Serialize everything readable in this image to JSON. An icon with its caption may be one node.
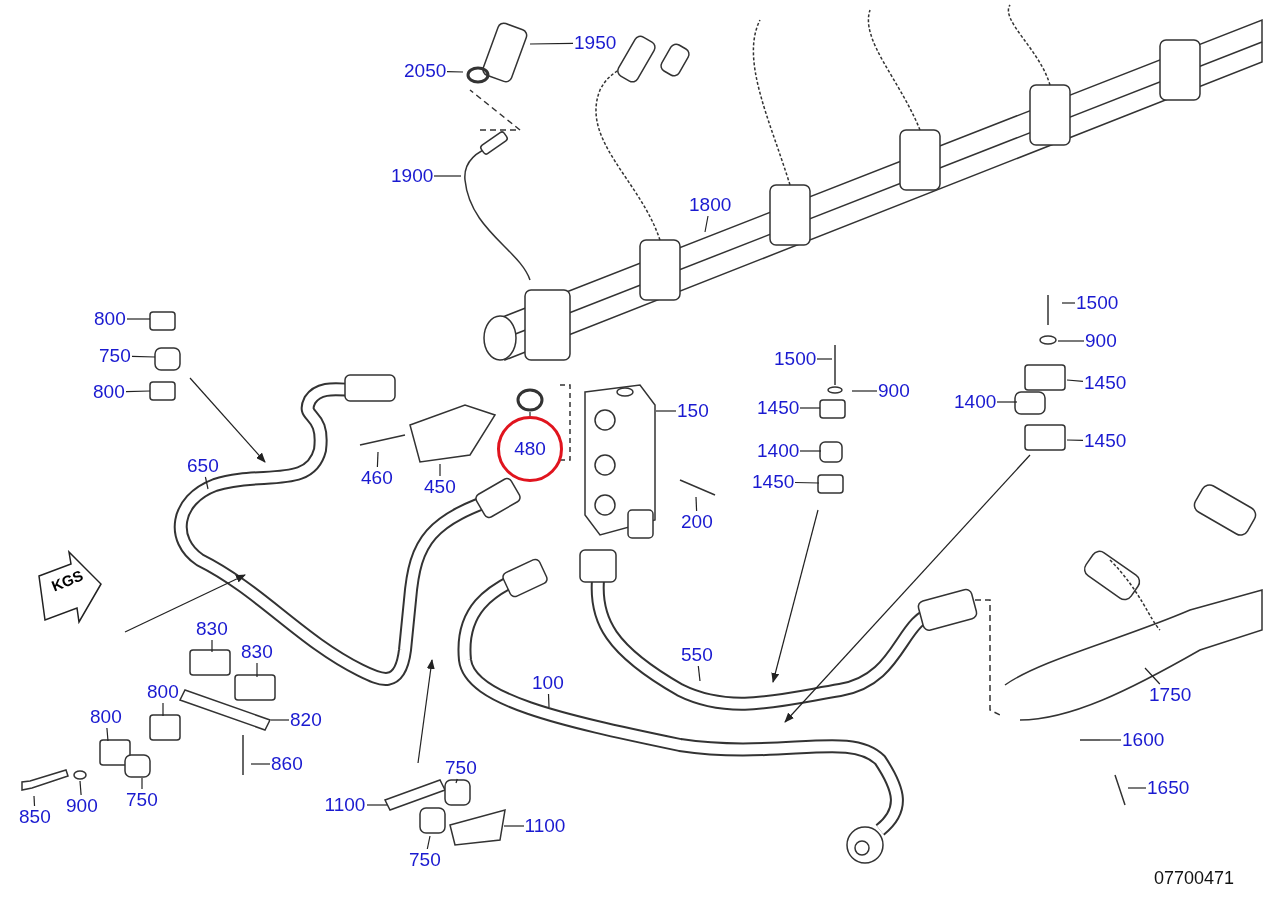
{
  "diagram": {
    "nodes": [
      {
        "text": [
          "1950"
        ]
      },
      {
        "text": [
          "2050"
        ]
      },
      {
        "text": [
          "1900"
        ]
      },
      {
        "text": [
          "1800"
        ]
      },
      {
        "text": [
          "800"
        ]
      },
      {
        "text": [
          "750"
        ]
      },
      {
        "text": [
          "800"
        ]
      },
      {
        "text": [
          "1500"
        ]
      },
      {
        "text": [
          "900"
        ]
      },
      {
        "text": [
          "1500"
        ]
      },
      {
        "text": [
          "1450"
        ]
      },
      {
        "text": [
          "900"
        ]
      },
      {
        "text": [
          "1400"
        ]
      },
      {
        "text": [
          "1450"
        ]
      },
      {
        "text": [
          "150"
        ]
      },
      {
        "text": [
          "1450"
        ]
      },
      {
        "text": [
          "480"
        ]
      },
      {
        "text": [
          "1400"
        ]
      },
      {
        "text": [
          "650"
        ]
      },
      {
        "text": [
          "460"
        ]
      },
      {
        "text": [
          "1450"
        ]
      },
      {
        "text": [
          "450"
        ]
      },
      {
        "text": [
          "200"
        ]
      },
      {
        "text": [
          "KGS"
        ]
      },
      {
        "text": [
          "830"
        ]
      },
      {
        "text": [
          "830"
        ]
      },
      {
        "text": [
          "550"
        ]
      },
      {
        "text": [
          "100"
        ]
      },
      {
        "text": [
          "800"
        ]
      },
      {
        "text": [
          "1750"
        ]
      },
      {
        "text": [
          "800"
        ]
      },
      {
        "text": [
          "820"
        ]
      },
      {
        "text": [
          "1600"
        ]
      },
      {
        "text": [
          "860"
        ]
      },
      {
        "text": [
          "750"
        ]
      },
      {
        "text": [
          "1650"
        ]
      },
      {
        "text": [
          "1100"
        ]
      },
      {
        "text": [
          "750"
        ]
      },
      {
        "text": [
          "900"
        ]
      },
      {
        "text": [
          "850"
        ]
      },
      {
        "text": [
          "1100"
        ]
      },
      {
        "text": [
          "750"
        ]
      }
    ],
    "edges": [
      {
        "from": 0,
        "to": null,
        "arrow": "none"
      },
      {
        "from": 1,
        "to": null,
        "arrow": "none"
      },
      {
        "from": 2,
        "to": null,
        "arrow": "none"
      },
      {
        "from": 3,
        "to": null,
        "arrow": "none"
      },
      {
        "from": 4,
        "to": null,
        "arrow": "none"
      },
      {
        "from": 5,
        "to": null,
        "arrow": "none"
      },
      {
        "from": 6,
        "to": null,
        "arrow": "none"
      },
      {
        "from": 7,
        "to": null,
        "arrow": "none"
      },
      {
        "from": 8,
        "to": null,
        "arrow": "none"
      },
      {
        "from": 9,
        "to": null,
        "arrow": "none"
      },
      {
        "from": 10,
        "to": null,
        "arrow": "none"
      },
      {
        "from": 11,
        "to": null,
        "arrow": "none"
      },
      {
        "from": 12,
        "to": null,
        "arrow": "none"
      },
      {
        "from": 13,
        "to": null,
        "arrow": "none"
      },
      {
        "from": 14,
        "to": null,
        "arrow": "none"
      },
      {
        "from": 15,
        "to": null,
        "arrow": "none"
      },
      {
        "from": 16,
        "to": null,
        "arrow": "none"
      },
      {
        "from": 17,
        "to": null,
        "arrow": "none"
      },
      {
        "from": 18,
        "to": null,
        "arrow": "none"
      },
      {
        "from": 19,
        "to": null,
        "arrow": "none"
      },
      {
        "from": 20,
        "to": null,
        "arrow": "none"
      },
      {
        "from": 21,
        "to": null,
        "arrow": "none"
      },
      {
        "from": 22,
        "to": null,
        "arrow": "none"
      },
      {
        "from": 24,
        "to": null,
        "arrow": "none"
      },
      {
        "from": 25,
        "to": null,
        "arrow": "none"
      },
      {
        "from": 26,
        "to": null,
        "arrow": "none"
      },
      {
        "from": 27,
        "to": null,
        "arrow": "none"
      },
      {
        "from": 28,
        "to": null,
        "arrow": "none"
      },
      {
        "from": 29,
        "to": null,
        "arrow": "none"
      },
      {
        "from": 30,
        "to": null,
        "arrow": "none"
      },
      {
        "from": 31,
        "to": null,
        "arrow": "none"
      },
      {
        "from": 32,
        "to": null,
        "arrow": "none"
      },
      {
        "from": 33,
        "to": null,
        "arrow": "none"
      },
      {
        "from": 34,
        "to": null,
        "arrow": "none"
      },
      {
        "from": 35,
        "to": null,
        "arrow": "none"
      },
      {
        "from": 36,
        "to": null,
        "arrow": "none"
      },
      {
        "from": 37,
        "to": null,
        "arrow": "none"
      },
      {
        "from": 38,
        "to": null,
        "arrow": "none"
      },
      {
        "from": 39,
        "to": null,
        "arrow": "none"
      },
      {
        "from": 40,
        "to": null,
        "arrow": "none"
      },
      {
        "from": 41,
        "to": null,
        "arrow": "none"
      }
    ],
    "labels": [
      "07700471"
    ]
  }
}
